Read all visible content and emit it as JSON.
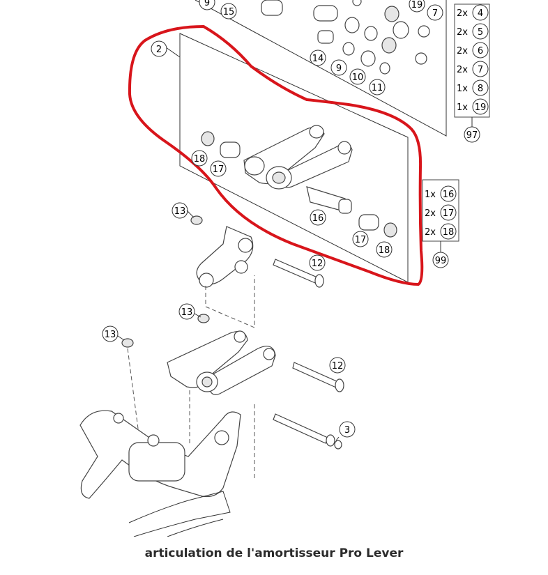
{
  "caption": "articulation de l'amortisseur Pro Lever",
  "highlight_color": "#d8151b",
  "line_color": "#333333",
  "callouts": {
    "c9": "9",
    "c15": "15",
    "c19top": "19",
    "c7": "7",
    "c2": "2",
    "c14": "14",
    "c9b": "9",
    "c10": "10",
    "c11": "11",
    "c18a": "18",
    "c17a": "17",
    "c16": "16",
    "c17b": "17",
    "c18b": "18",
    "c13a": "13",
    "c12a": "12",
    "c13b": "13",
    "c13c": "13",
    "c12b": "12",
    "c3": "3"
  },
  "kit97": {
    "number": "97",
    "rows": [
      {
        "qty": "2x",
        "part": "4"
      },
      {
        "qty": "2x",
        "part": "5"
      },
      {
        "qty": "2x",
        "part": "6"
      },
      {
        "qty": "2x",
        "part": "7"
      },
      {
        "qty": "1x",
        "part": "8"
      },
      {
        "qty": "1x",
        "part": "19"
      }
    ]
  },
  "kit99": {
    "number": "99",
    "rows": [
      {
        "qty": "1x",
        "part": "16"
      },
      {
        "qty": "2x",
        "part": "17"
      },
      {
        "qty": "2x",
        "part": "18"
      }
    ]
  }
}
